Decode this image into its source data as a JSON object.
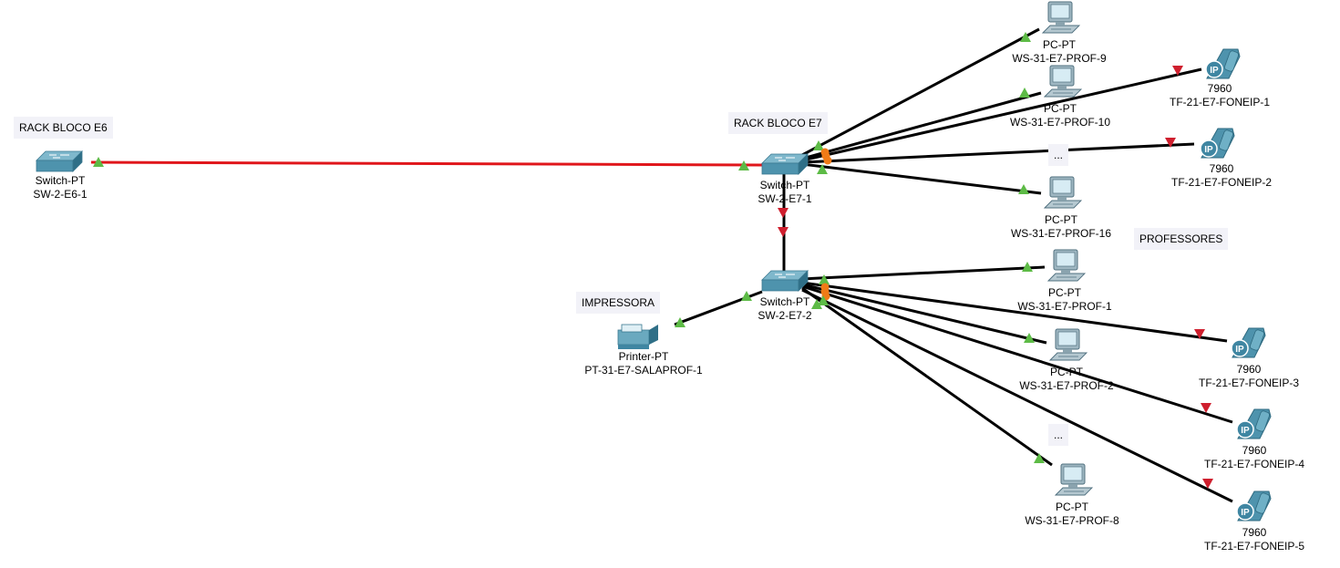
{
  "colors": {
    "link_ok": "#000000",
    "link_red": "#e0161b",
    "up": "#5dbb46",
    "down": "#cf1f2e",
    "orange": "#f07b17",
    "switch_body": "#4e93ad",
    "note_bg": "#f2f2f8"
  },
  "notes": {
    "rack_e6": "RACK BLOCO E6",
    "rack_e7": "RACK BLOCO E7",
    "impressora": "IMPRESSORA",
    "professores": "PROFESSORES",
    "ellipsis_top": "...",
    "ellipsis_bottom": "..."
  },
  "devices": {
    "sw_e6": {
      "model": "Switch-PT",
      "name": "SW-2-E6-1",
      "icon": "switch-icon"
    },
    "sw_e7_1": {
      "model": "Switch-PT",
      "name": "SW-2-E7-1",
      "icon": "switch-icon"
    },
    "sw_e7_2": {
      "model": "Switch-PT",
      "name": "SW-2-E7-2",
      "icon": "switch-icon"
    },
    "printer": {
      "model": "Printer-PT",
      "name": "PT-31-E7-SALAPROF-1",
      "icon": "printer-icon"
    },
    "pc9": {
      "model": "PC-PT",
      "name": "WS-31-E7-PROF-9",
      "icon": "pc-icon"
    },
    "pc10": {
      "model": "PC-PT",
      "name": "WS-31-E7-PROF-10",
      "icon": "pc-icon"
    },
    "pc16": {
      "model": "PC-PT",
      "name": "WS-31-E7-PROF-16",
      "icon": "pc-icon"
    },
    "pc1": {
      "model": "PC-PT",
      "name": "WS-31-E7-PROF-1",
      "icon": "pc-icon"
    },
    "pc2": {
      "model": "PC-PT",
      "name": "WS-31-E7-PROF-2",
      "icon": "pc-icon"
    },
    "pc8": {
      "model": "PC-PT",
      "name": "WS-31-E7-PROF-8",
      "icon": "pc-icon"
    },
    "ph1": {
      "model": "7960",
      "name": "TF-21-E7-FONEIP-1",
      "icon": "ip-phone-icon"
    },
    "ph2": {
      "model": "7960",
      "name": "TF-21-E7-FONEIP-2",
      "icon": "ip-phone-icon"
    },
    "ph3": {
      "model": "7960",
      "name": "TF-21-E7-FONEIP-3",
      "icon": "ip-phone-icon"
    },
    "ph4": {
      "model": "7960",
      "name": "TF-21-E7-FONEIP-4",
      "icon": "ip-phone-icon"
    },
    "ph5": {
      "model": "7960",
      "name": "TF-21-E7-FONEIP-5",
      "icon": "ip-phone-icon"
    }
  },
  "phone_badge": "IP"
}
